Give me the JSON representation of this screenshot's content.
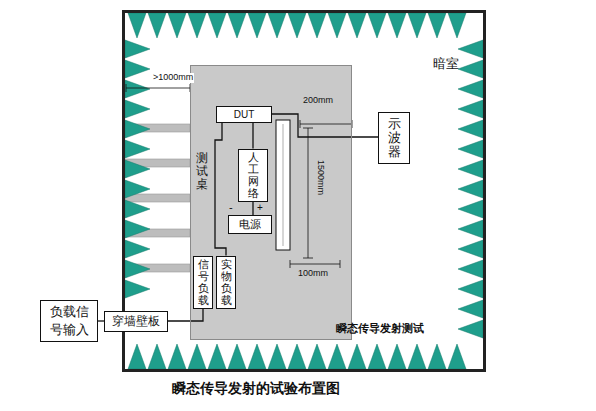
{
  "diagram": {
    "caption": "瞬态传导发射的试验布置图",
    "nodes": [
      {
        "text": [
          "暗室"
        ]
      },
      {
        "text": [
          "测试桌"
        ],
        "in": 0
      },
      {
        "text": [
          "DUT"
        ],
        "in": 1
      },
      {
        "text": [
          "人工网络"
        ],
        "in": 1
      },
      {
        "text": [
          "电源"
        ],
        "in": 1
      },
      {
        "text": [
          "信号负载"
        ],
        "in": 1
      },
      {
        "text": [
          "实物负载"
        ],
        "in": 1
      },
      {
        "text": [
          "示波器"
        ],
        "in": 0
      },
      {
        "text": [
          "负载信号输入"
        ]
      },
      {
        "text": [
          "穿墙壁板"
        ]
      }
    ],
    "edges": [
      {
        "from": 2,
        "to": 3,
        "arrow": "none"
      },
      {
        "from": 3,
        "to": 4,
        "arrow": "none"
      },
      {
        "from": 2,
        "to": 7,
        "arrow": "none"
      },
      {
        "from": 6,
        "to": 2,
        "arrow": "none"
      },
      {
        "from": 5,
        "to": 9,
        "arrow": "none"
      },
      {
        "from": 9,
        "to": 8,
        "arrow": "none"
      }
    ],
    "labels": [
      ">1000mm",
      "200mm",
      "1500mm",
      "100mm",
      "+",
      "-",
      "瞬态传导发射测试"
    ]
  }
}
